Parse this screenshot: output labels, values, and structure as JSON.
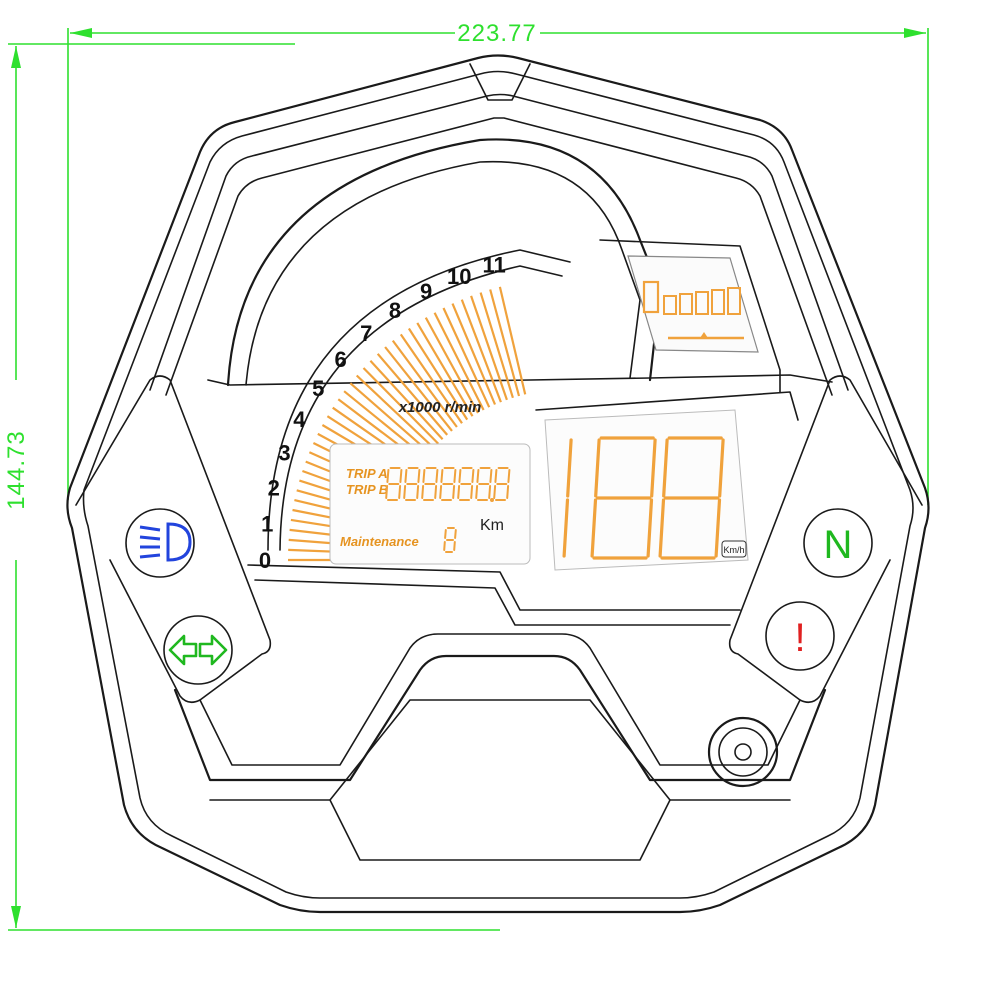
{
  "dimensions": {
    "width": "223.77",
    "height": "144.73"
  },
  "tachometer": {
    "ticks": [
      "0",
      "1",
      "2",
      "3",
      "4",
      "5",
      "6",
      "7",
      "8",
      "9",
      "10",
      "11"
    ],
    "unit_label": "x1000 r/min"
  },
  "odometer": {
    "trip_label_a": "TRIP A",
    "trip_label_b": "TRIP B",
    "digits": "888888.8",
    "maintenance_label": "Maintenance",
    "maintenance_digit": "8",
    "unit": "Km"
  },
  "speedometer": {
    "digits": "188",
    "unit": "Km/h"
  },
  "indicators": {
    "neutral": "N",
    "warning": "!"
  },
  "colors": {
    "dimension": "#2ee02e",
    "lcd_orange": "#f0a23c",
    "headlight_blue": "#2244dd",
    "turn_green": "#1fb81f",
    "neutral_green": "#1fb81f",
    "warning_red": "#e02020"
  }
}
